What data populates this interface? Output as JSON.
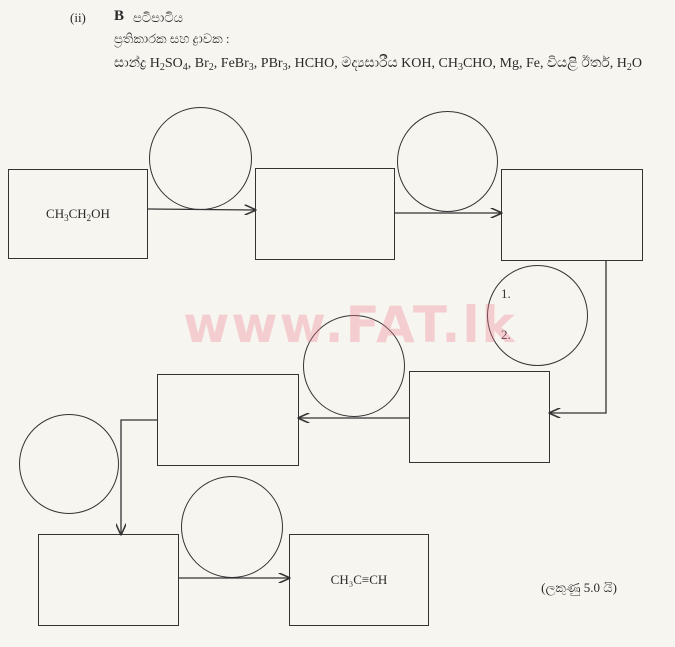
{
  "header": {
    "number": "(ii)",
    "letter": "B",
    "title": "පටිපාටිය",
    "subtitle": "ප්‍රතිකාරක සහ ද්‍රාවක :"
  },
  "reagents": {
    "parts": [
      {
        "t": "සාන්ද්‍ර H"
      },
      {
        "s": "2"
      },
      {
        "t": "SO"
      },
      {
        "s": "4"
      },
      {
        "t": ", Br"
      },
      {
        "s": "2"
      },
      {
        "t": ", FeBr"
      },
      {
        "s": "3"
      },
      {
        "t": ", PBr"
      },
      {
        "s": "3"
      },
      {
        "t": ", HCHO, මද්‍යසාරීය KOH, CH"
      },
      {
        "s": "3"
      },
      {
        "t": "CHO, Mg, Fe, වියළි ඊතර්, H"
      },
      {
        "s": "2"
      },
      {
        "t": "O"
      }
    ]
  },
  "start_compound": {
    "p1": "CH",
    "s1": "3",
    "p2": "CH",
    "s2": "2",
    "p3": "OH"
  },
  "end_compound": "CH₃C≡CH",
  "step_labels": {
    "one": "1.",
    "two": "2."
  },
  "watermark": "www.FAT.lk",
  "marks": "(ලකුණු 5.0 යි)"
}
